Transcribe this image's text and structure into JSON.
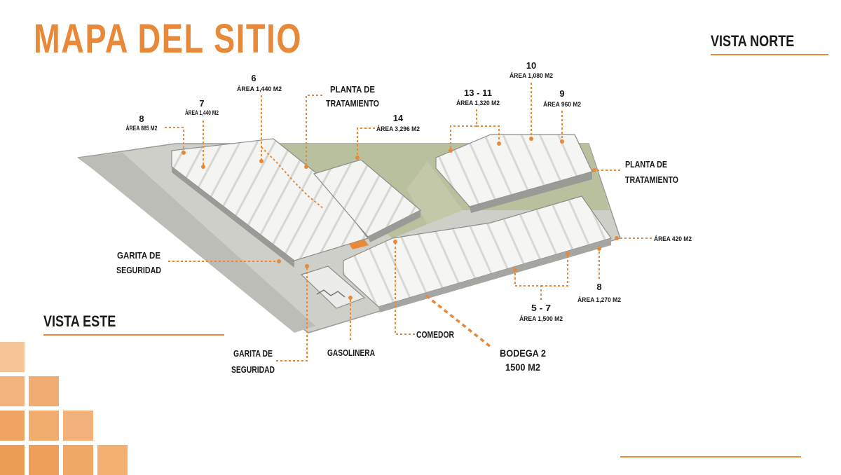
{
  "title": "MAPA DEL SITIO",
  "views": {
    "north": "VISTA NORTE",
    "east": "VISTA ESTE"
  },
  "colors": {
    "accent": "#e8893a",
    "ground": "#c9c9c4",
    "green": "#b5bd98",
    "roof": "#f4f4f2",
    "roof_shade": "#dcdcd8"
  },
  "labels": {
    "b8_left": {
      "num": "8",
      "area": "ÁREA 885 M2"
    },
    "b7": {
      "num": "7",
      "area": "ÁREA 1,440 M2"
    },
    "b6": {
      "num": "6",
      "area": "ÁREA 1,440 M2"
    },
    "plant_top": {
      "line1": "PLANTA DE",
      "line2": "TRATAMIENTO"
    },
    "b14": {
      "num": "14",
      "area": "ÁREA 3,296 M2"
    },
    "b13_11": {
      "num": "13 - 11",
      "area": "ÁREA 1,320 M2"
    },
    "b10": {
      "num": "10",
      "area": "ÁREA 1,080 M2"
    },
    "b9": {
      "num": "9",
      "area": "ÁREA 960 M2"
    },
    "plant_right": {
      "line1": "PLANTA DE",
      "line2": "TRATAMIENTO"
    },
    "area420": {
      "area": "ÁREA 420 M2"
    },
    "b8_right": {
      "num": "8",
      "area": "ÁREA 1,270 M2"
    },
    "b5_7": {
      "num": "5 - 7",
      "area": "ÁREA 1,500 M2"
    },
    "garita_left": {
      "line1": "GARITA DE",
      "line2": "SEGURIDAD"
    },
    "garita_bottom": {
      "line1": "GARITA DE",
      "line2": "SEGURIDAD"
    },
    "gasolinera": "GASOLINERA",
    "comedor": "COMEDOR",
    "bodega2": {
      "name": "BODEGA 2",
      "area": "1500 M2"
    }
  }
}
